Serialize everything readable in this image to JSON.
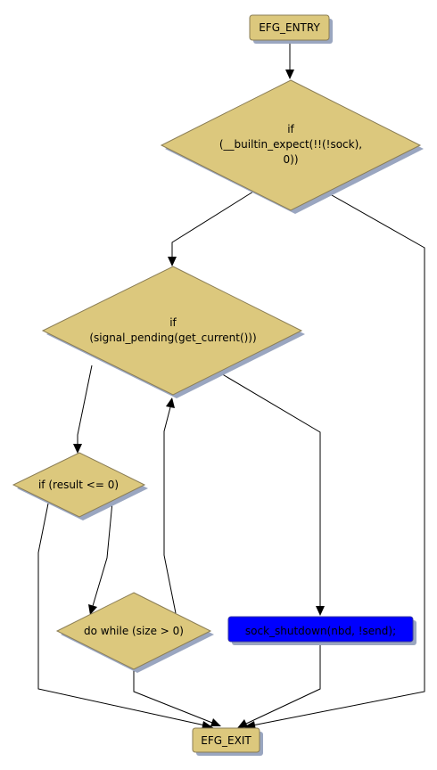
{
  "nodes": {
    "entry": {
      "label": "EFG_ENTRY"
    },
    "if_sock": {
      "lines": [
        "if",
        "(__builtin_expect(!!(!sock),",
        "0))"
      ]
    },
    "if_signal": {
      "lines": [
        "if",
        "(signal_pending(get_current()))"
      ]
    },
    "if_result": {
      "label": "if (result <= 0)"
    },
    "do_while": {
      "label": "do while (size > 0)"
    },
    "shutdown": {
      "label": "sock_shutdown(nbd, !send);"
    },
    "exit": {
      "label": "EFG_EXIT"
    }
  },
  "colors": {
    "node_fill": "#dcc87d",
    "highlight_fill": "#0000ff",
    "shadow": "#9aa6c0",
    "edge": "#000000"
  }
}
